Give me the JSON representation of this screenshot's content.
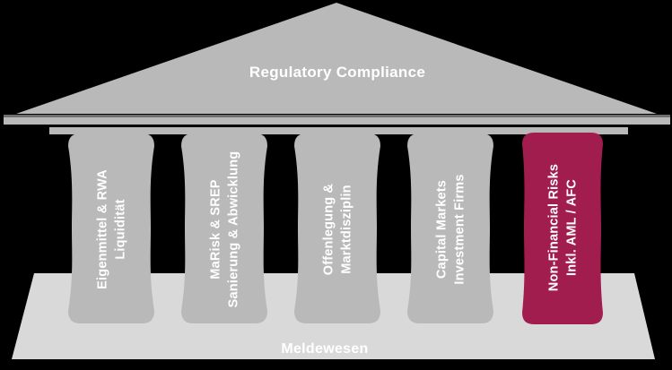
{
  "title": "Regulatory Compliance",
  "foundation_label": "Meldewesen",
  "pillars": [
    {
      "label": "Eigenmittel & RWA\nLiquidität",
      "highlighted": false
    },
    {
      "label": "MaRisk & SREP\nSanierung & Abwicklung",
      "highlighted": false
    },
    {
      "label": "Offenlegung & Marktdisziplin",
      "highlighted": false
    },
    {
      "label": "Capital Markets\nInvestment Firms",
      "highlighted": false
    },
    {
      "label": "Non-Financial Risks\nInkl. AML / AFC",
      "highlighted": true
    }
  ],
  "colors": {
    "background": "#000000",
    "stone": "#b9b9b9",
    "base_stone": "#d9d9d9",
    "accent": "#a11d4e",
    "edge_line": "#6f6f6f",
    "text": "#ffffff"
  }
}
